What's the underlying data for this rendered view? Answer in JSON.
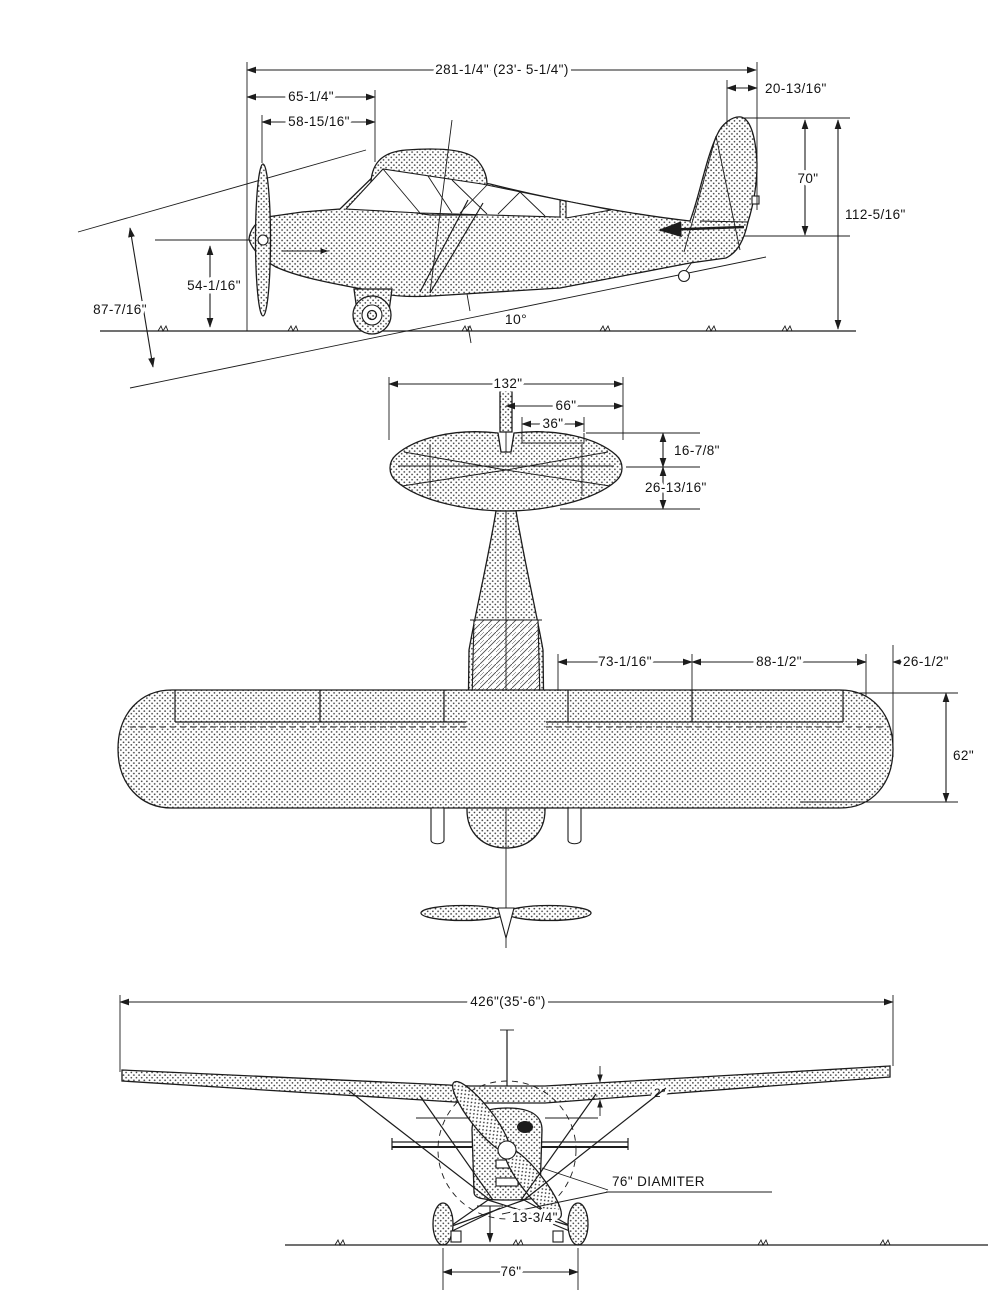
{
  "drawing": {
    "kind": "aircraft three-view dimensional drawing",
    "ink_color": "#1c1c1c",
    "paper_color": "#ffffff"
  },
  "side_view": {
    "overall_length": "281-1/4\" (23'- 5-1/4\")",
    "spinner_to_wing": "65-1/4\"",
    "prop_plane_to_wing": "58-15/16\"",
    "fin_chord": "20-13/16\"",
    "fin_height": "70\"",
    "tail_height": "112-5/16\"",
    "thrust_line_height": "54-1/16\"",
    "level_line_height": "87-7/16\"",
    "ground_angle": "10°"
  },
  "top_view": {
    "stabilizer_span": "132\"",
    "stabilizer_half_span": "66\"",
    "elevator_tab_span": "36\"",
    "stab_forward_chord": "16-7/8\"",
    "stab_rear_chord": "26-13/16\"",
    "flap_span": "73-1/16\"",
    "aileron_span": "88-1/2\"",
    "tip_span": "26-1/2\"",
    "wing_chord": "62\""
  },
  "front_view": {
    "wing_span": "426\"(35'-6\")",
    "propeller_diameter": "76\" DIAMITER",
    "prop_clearance": "13-3/4\"",
    "wheel_track": "76\"",
    "dihedral_angle": "2°"
  }
}
